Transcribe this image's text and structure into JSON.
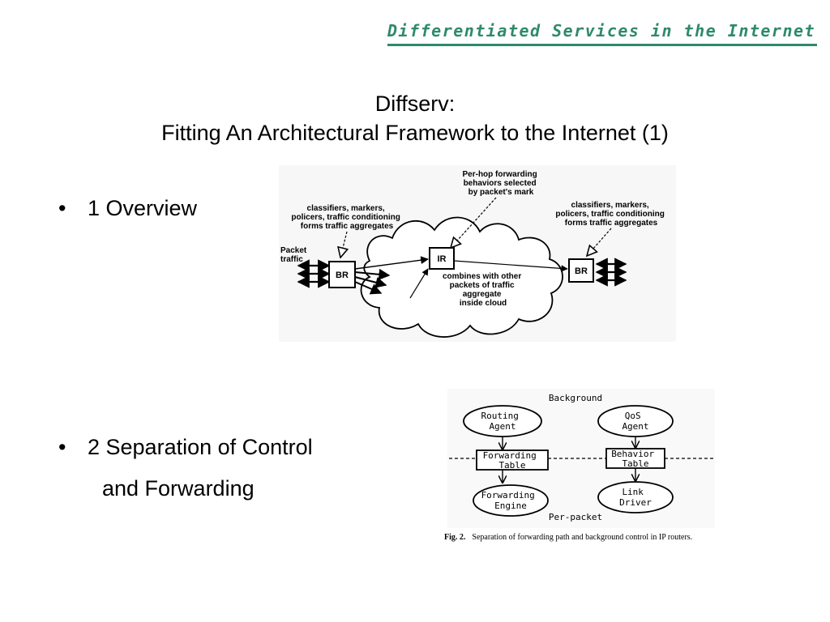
{
  "header": {
    "title": "Differentiated Services in the Internet"
  },
  "slide": {
    "title_line1": "Diffserv:",
    "title_line2": "Fitting An Architectural Framework to the Internet (1)"
  },
  "bullets": [
    {
      "symbol": "•",
      "text": "1 Overview"
    },
    {
      "symbol": "•",
      "text": "2 Separation of Control",
      "text2": "and Forwarding"
    }
  ],
  "diagram1": {
    "annotation_left": [
      "classifiers, markers,",
      "policers, traffic conditioning",
      "forms traffic aggregates"
    ],
    "annotation_top": [
      "Per-hop forwarding",
      "behaviors selected",
      "by packet's mark"
    ],
    "annotation_right": [
      "classifiers, markers,",
      "policers, traffic conditioning",
      "forms traffic aggregates"
    ],
    "packet_label": [
      "Packet",
      "traffic"
    ],
    "br_left": "BR",
    "ir": "IR",
    "br_right": "BR",
    "cloud_text": [
      "combines with other",
      "packets of traffic",
      "aggregate",
      "inside cloud"
    ]
  },
  "diagram2": {
    "background_label": "Background",
    "perpacket_label": "Per-packet",
    "routing_agent": [
      "Routing",
      "Agent"
    ],
    "qos_agent": [
      "QoS",
      "Agent"
    ],
    "forwarding_table": [
      "Forwarding",
      "Table"
    ],
    "behavior_table": [
      "Behavior",
      "Table"
    ],
    "forwarding_engine": [
      "Forwarding",
      "Engine"
    ],
    "link_driver": [
      "Link",
      "Driver"
    ],
    "caption_fig": "Fig. 2.",
    "caption_text": "Separation of forwarding path and background control in IP routers."
  }
}
